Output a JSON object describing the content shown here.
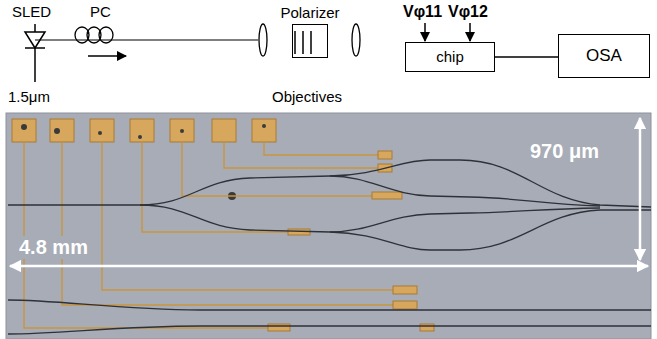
{
  "diagram": {
    "nodes": [
      {
        "text": [
          "Polarizer"
        ]
      },
      {
        "text": [
          "chip"
        ]
      },
      {
        "text": [
          "OSA"
        ]
      }
    ],
    "edges": [
      {
        "from": 1,
        "to": 2,
        "arrow": "none"
      }
    ],
    "labels": [
      "SLED",
      "PC",
      "Vφ11",
      "Vφ12",
      "1.5μm",
      "Objectives",
      "970 μm",
      "4.8 mm"
    ]
  }
}
